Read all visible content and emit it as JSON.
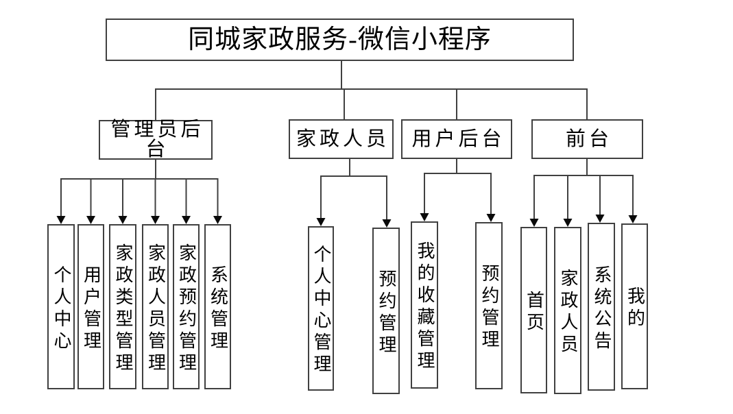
{
  "diagram": {
    "title": "同城家政服务-微信小程序",
    "branches": [
      {
        "label": "管理员后台",
        "children": [
          "个人中心",
          "用户管理",
          "家政类型管理",
          "家政人员管理",
          "家政预约管理",
          "系统管理"
        ]
      },
      {
        "label": "家政人员",
        "children": [
          "个人中心管理",
          "预约管理"
        ]
      },
      {
        "label": "用户后台",
        "children": [
          "我的收藏管理",
          "预约管理"
        ]
      },
      {
        "label": "前台",
        "children": [
          "首页",
          "家政人员",
          "系统公告",
          "我的"
        ]
      }
    ],
    "colors": {
      "border": "#404040",
      "line": "#404040",
      "arrow": "#0a0a0a",
      "text": "#000000",
      "background": "#ffffff"
    }
  }
}
